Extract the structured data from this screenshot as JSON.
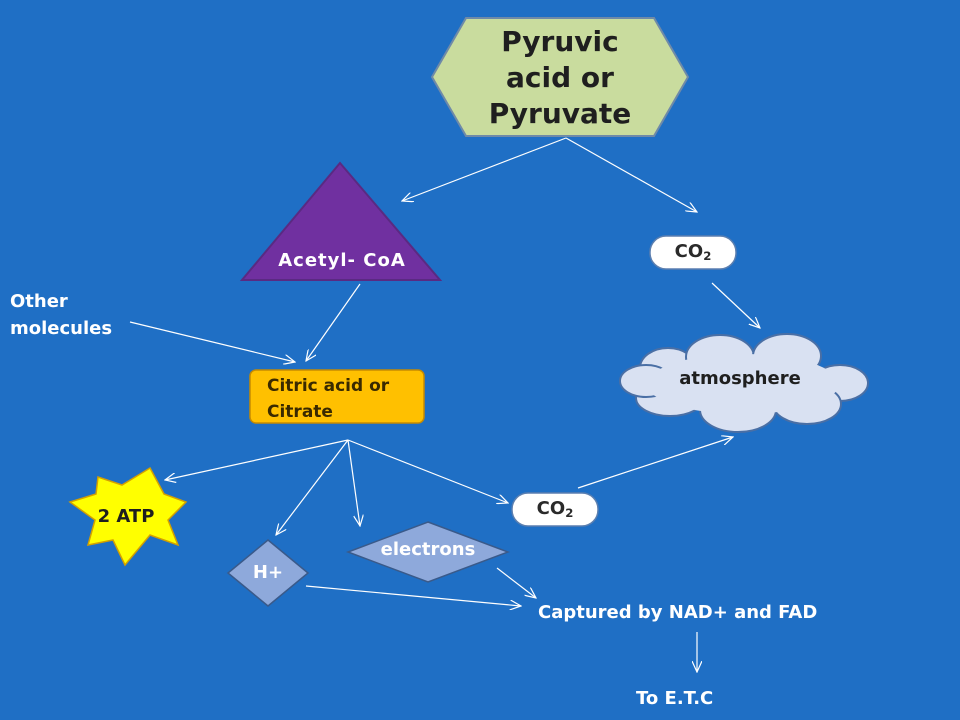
{
  "diagram": {
    "pyruvate": "Pyruvic acid or Pyruvate",
    "acetyl_coa": "Acetyl- CoA",
    "co2_top": {
      "main": "CO",
      "sub": "2"
    },
    "other_molecules": "Other molecules",
    "atmosphere": "atmosphere",
    "citrate": "Citric acid or Citrate",
    "atp": "2 ATP",
    "co2_bottom": {
      "main": "CO",
      "sub": "2"
    },
    "electrons": "electrons",
    "h_plus": "H+",
    "captured": "Captured by NAD+ and FAD",
    "etc": "To E.T.C"
  },
  "colors": {
    "background": "#1f6fc5",
    "pyruvate_fill": "#c9dc9e",
    "acetyl_fill": "#7030a0",
    "citrate_fill": "#ffc000",
    "atp_fill": "#ffff00",
    "cloud_fill": "#d9e1f2",
    "diamond_fill": "#8ea9db",
    "arrow": "#ffffff"
  }
}
